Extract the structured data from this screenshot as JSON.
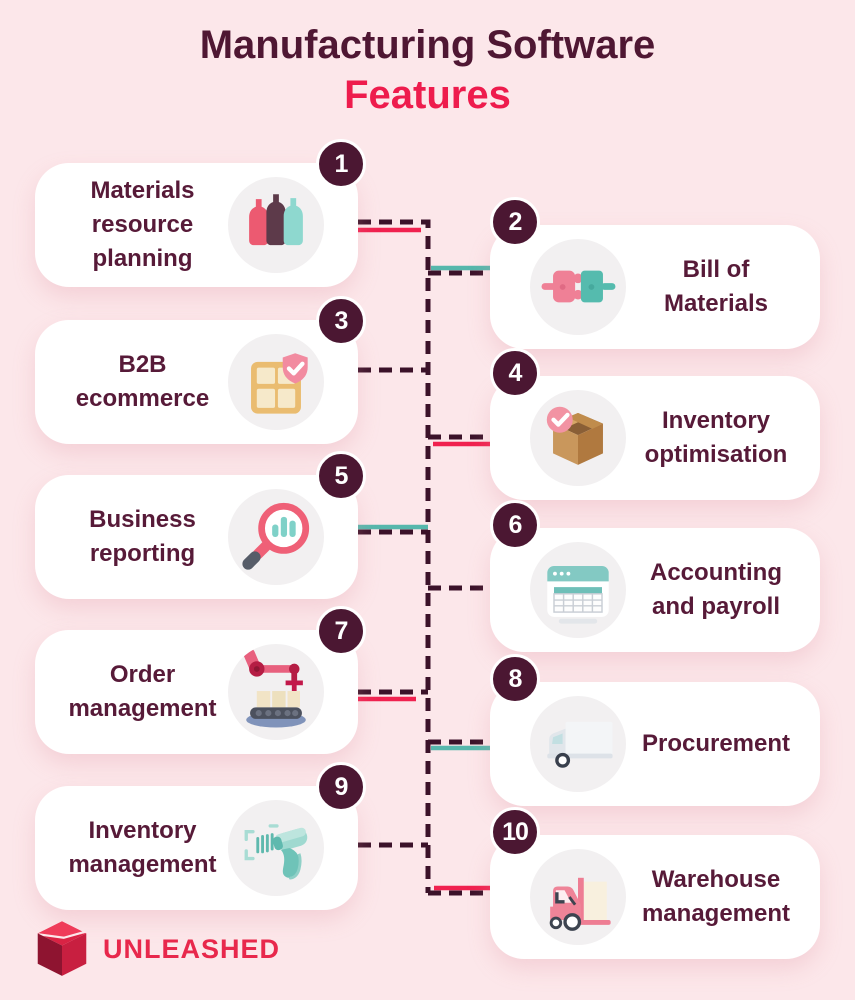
{
  "header": {
    "title": "Manufacturing Software",
    "subtitle": "Features"
  },
  "features": [
    {
      "number": "1",
      "label": "Materials resource planning",
      "icon": "bottles-icon"
    },
    {
      "number": "2",
      "label": "Bill of Materials",
      "icon": "connectors-icon"
    },
    {
      "number": "3",
      "label": "B2B ecommerce",
      "icon": "shelf-shield-icon"
    },
    {
      "number": "4",
      "label": "Inventory optimisation",
      "icon": "box-check-icon"
    },
    {
      "number": "5",
      "label": "Business reporting",
      "icon": "magnifier-chart-icon"
    },
    {
      "number": "6",
      "label": "Accounting and payroll",
      "icon": "spreadsheet-window-icon"
    },
    {
      "number": "7",
      "label": "Order management",
      "icon": "robot-arm-conveyor-icon"
    },
    {
      "number": "8",
      "label": "Procurement",
      "icon": "truck-icon"
    },
    {
      "number": "9",
      "label": "Inventory management",
      "icon": "barcode-scanner-icon"
    },
    {
      "number": "10",
      "label": "Warehouse management",
      "icon": "forklift-icon"
    }
  ],
  "brand": {
    "name": "UNLEASHED"
  },
  "colors": {
    "background": "#fce7ea",
    "card": "#ffffff",
    "badge": "#4b1732",
    "title": "#4f1733",
    "subtitle_red": "#ee1c4d",
    "label": "#571a38",
    "dash_line": "#3b1229",
    "accent_red": "#f0214f",
    "accent_teal": "#56b7ac",
    "brand_red": "#e8284c"
  }
}
